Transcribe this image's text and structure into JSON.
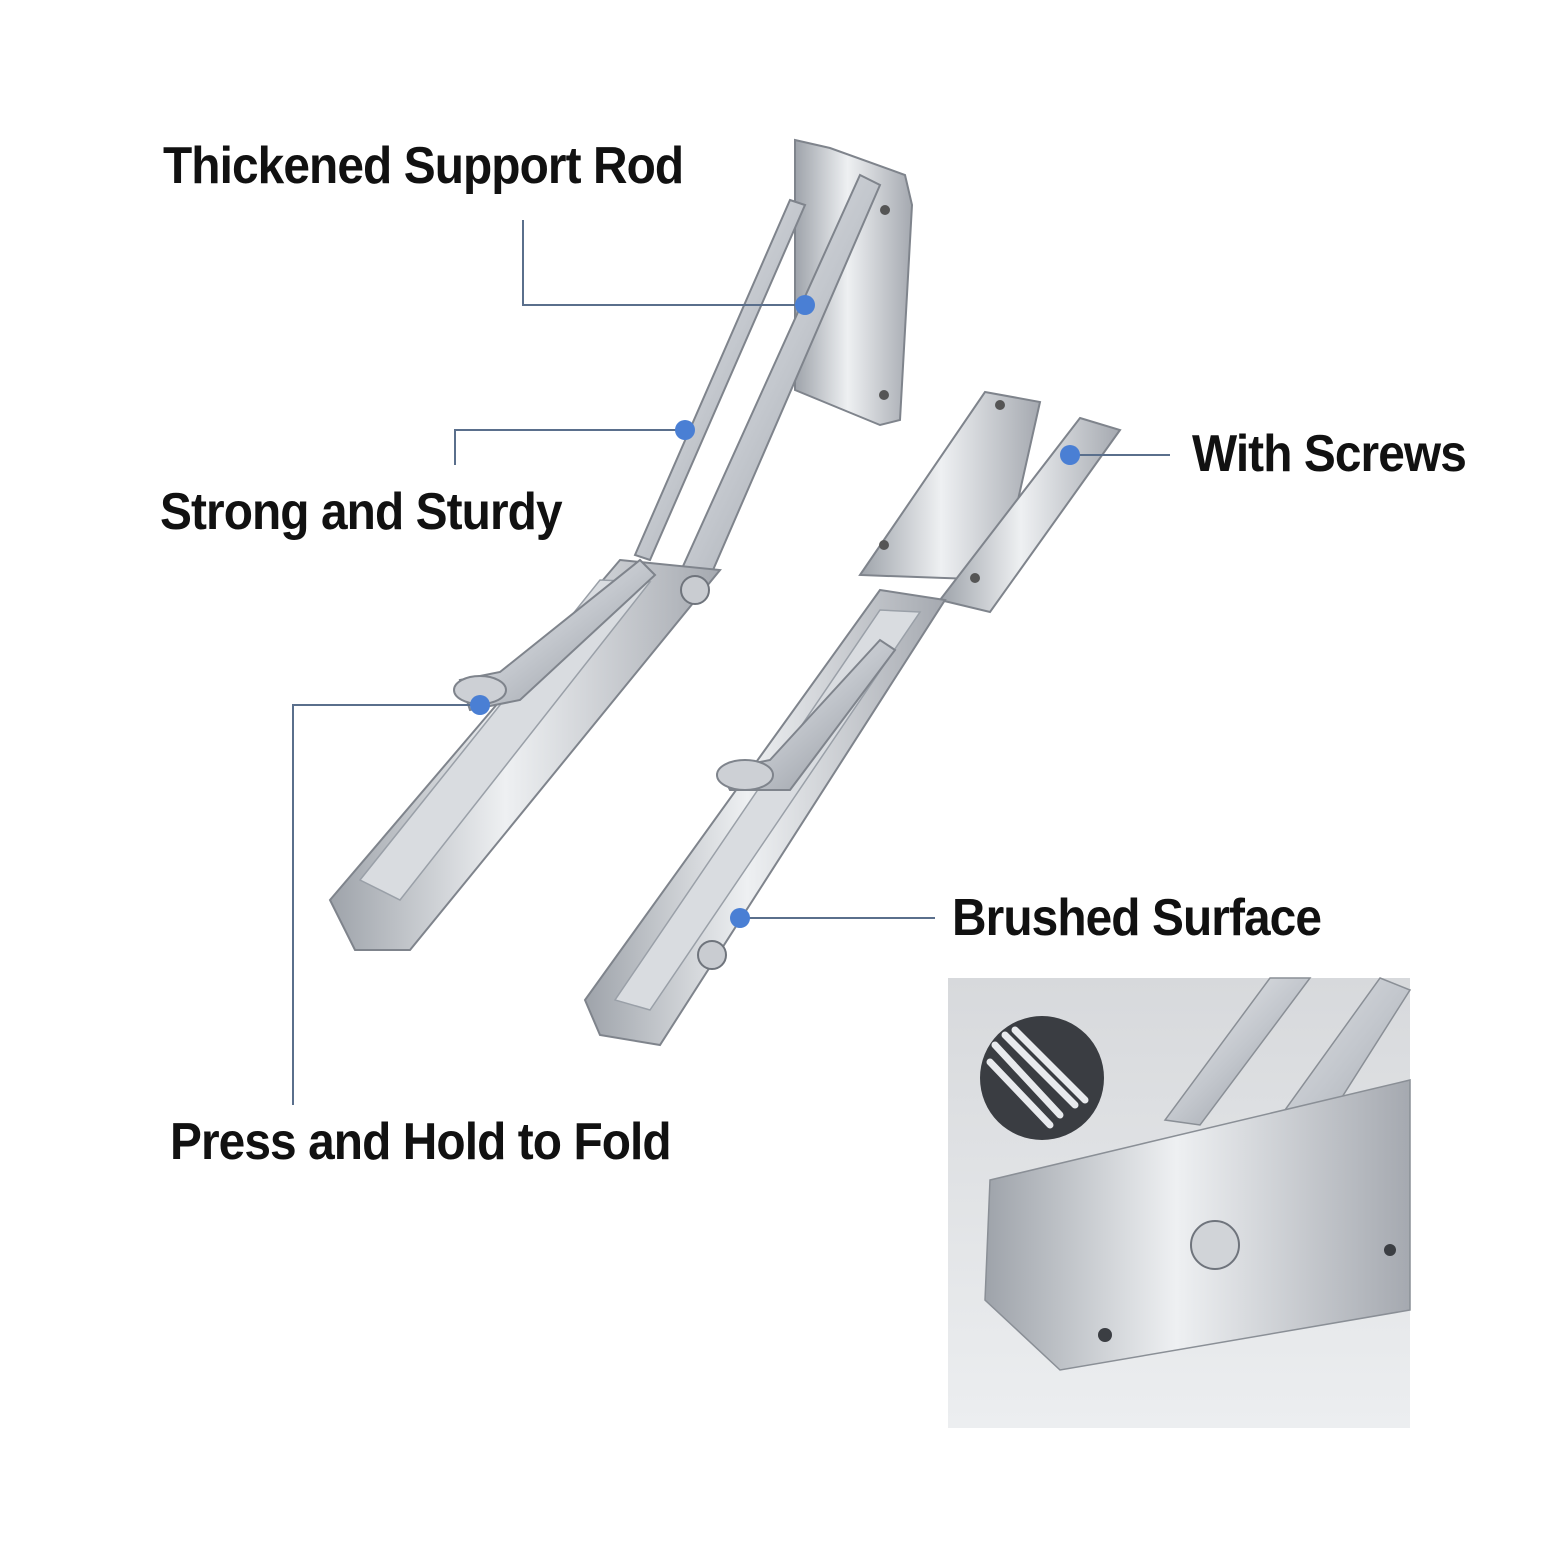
{
  "callouts": {
    "support_rod": "Thickened Support Rod",
    "strong_sturdy": "Strong and Sturdy",
    "with_screws": "With Screws",
    "brushed_surface": "Brushed Surface",
    "press_hold": "Press and Hold to Fold"
  },
  "colors": {
    "accent": "#4a7fd4",
    "leader_line": "#5a6f8c",
    "steel_light": "#e4e6ea",
    "steel_mid": "#b9bdc4",
    "steel_dark": "#7f848c",
    "text": "#111111"
  }
}
